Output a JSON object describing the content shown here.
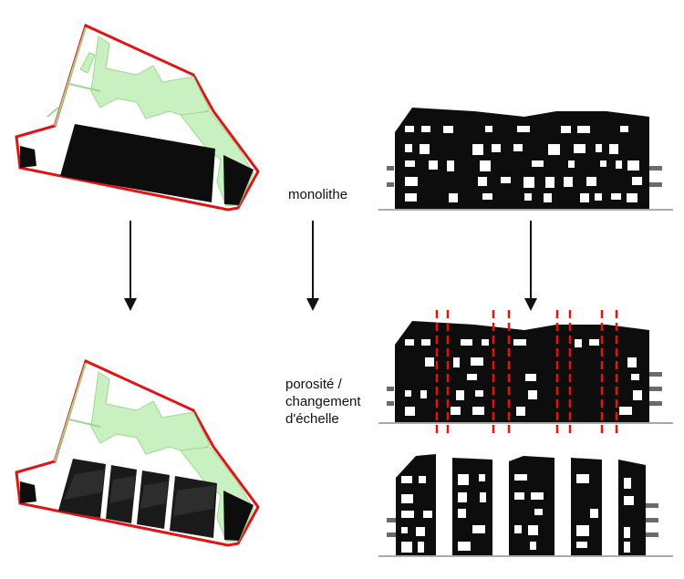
{
  "labels": {
    "monolithe": "monolithe",
    "porosite_lines": [
      "porosité /",
      "changement",
      "d'échelle"
    ]
  },
  "colors": {
    "site_outline": "#e01414",
    "green_space": "#c9f0c0",
    "green_stroke": "#9bd98c",
    "building": "#0d0d0d",
    "window": "#ffffff",
    "balcony": "#6b6b6b",
    "cut_line": "#e01414",
    "arrow": "#111111"
  },
  "steps": [
    {
      "name": "monolithe"
    },
    {
      "name": "porosité / changement d'échelle"
    }
  ]
}
